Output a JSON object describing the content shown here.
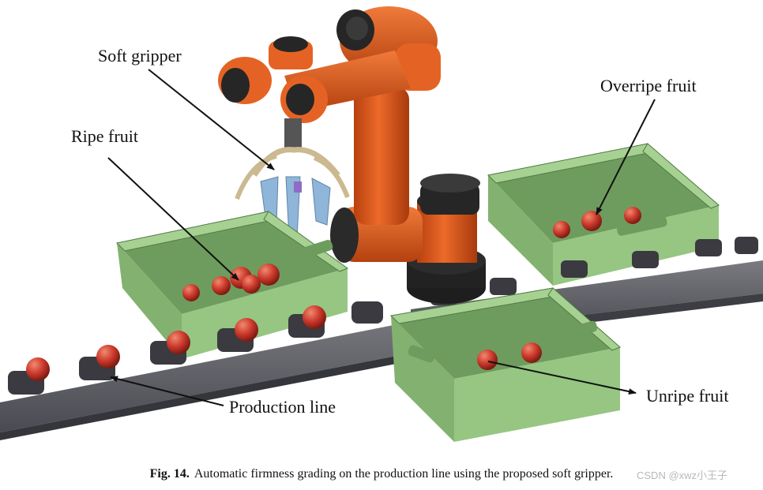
{
  "labels": {
    "soft_gripper": "Soft gripper",
    "ripe_fruit": "Ripe fruit",
    "overripe_fruit": "Overripe fruit",
    "production_line": "Production line",
    "unripe_fruit": "Unripe fruit"
  },
  "caption": {
    "fig": "Fig. 14.",
    "text": "Automatic firmness grading on the production line using the proposed soft gripper."
  },
  "watermark": "CSDN @xwz小王子",
  "colors": {
    "robot_orange": "#e2571a",
    "joint_black": "#262626",
    "crate_green": "#8dbf7a",
    "fruit_red": "#cc3a2c",
    "conveyor_gray": "#5a5a5a",
    "gripper_blue": "#8fb5d8",
    "gripper_tan": "#cbb98f"
  }
}
